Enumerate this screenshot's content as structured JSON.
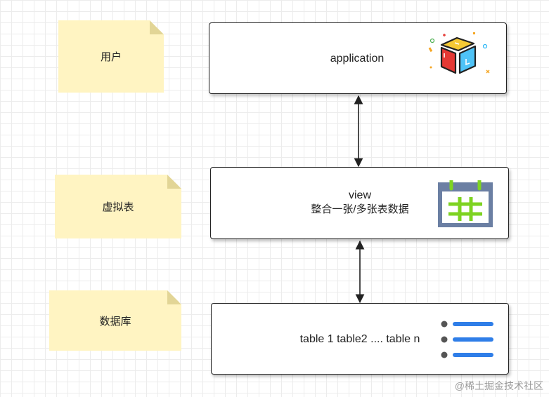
{
  "notes": {
    "user": "用户",
    "virtual_table": "虚拟表",
    "database": "数据库"
  },
  "boxes": {
    "application": {
      "label": "application",
      "icon": "app-cube-icon"
    },
    "view": {
      "line1": "view",
      "line2": "整合一张/多张表数据",
      "icon": "table-grid-icon"
    },
    "tables": {
      "label": "table 1 table2 .... table n",
      "icon": "list-icon"
    }
  },
  "connectors": [
    {
      "from": "application",
      "to": "view",
      "style": "double-arrow"
    },
    {
      "from": "view",
      "to": "tables",
      "style": "double-arrow"
    }
  ],
  "colors": {
    "note_fill": "#fff4c2",
    "grid_line": "#ececec",
    "box_border": "#222222",
    "list_blue": "#2f7ee8",
    "grid_icon_frame": "#6b7fa3",
    "grid_icon_lines": "#7ed321"
  },
  "watermark": "@稀土掘金技术社区"
}
